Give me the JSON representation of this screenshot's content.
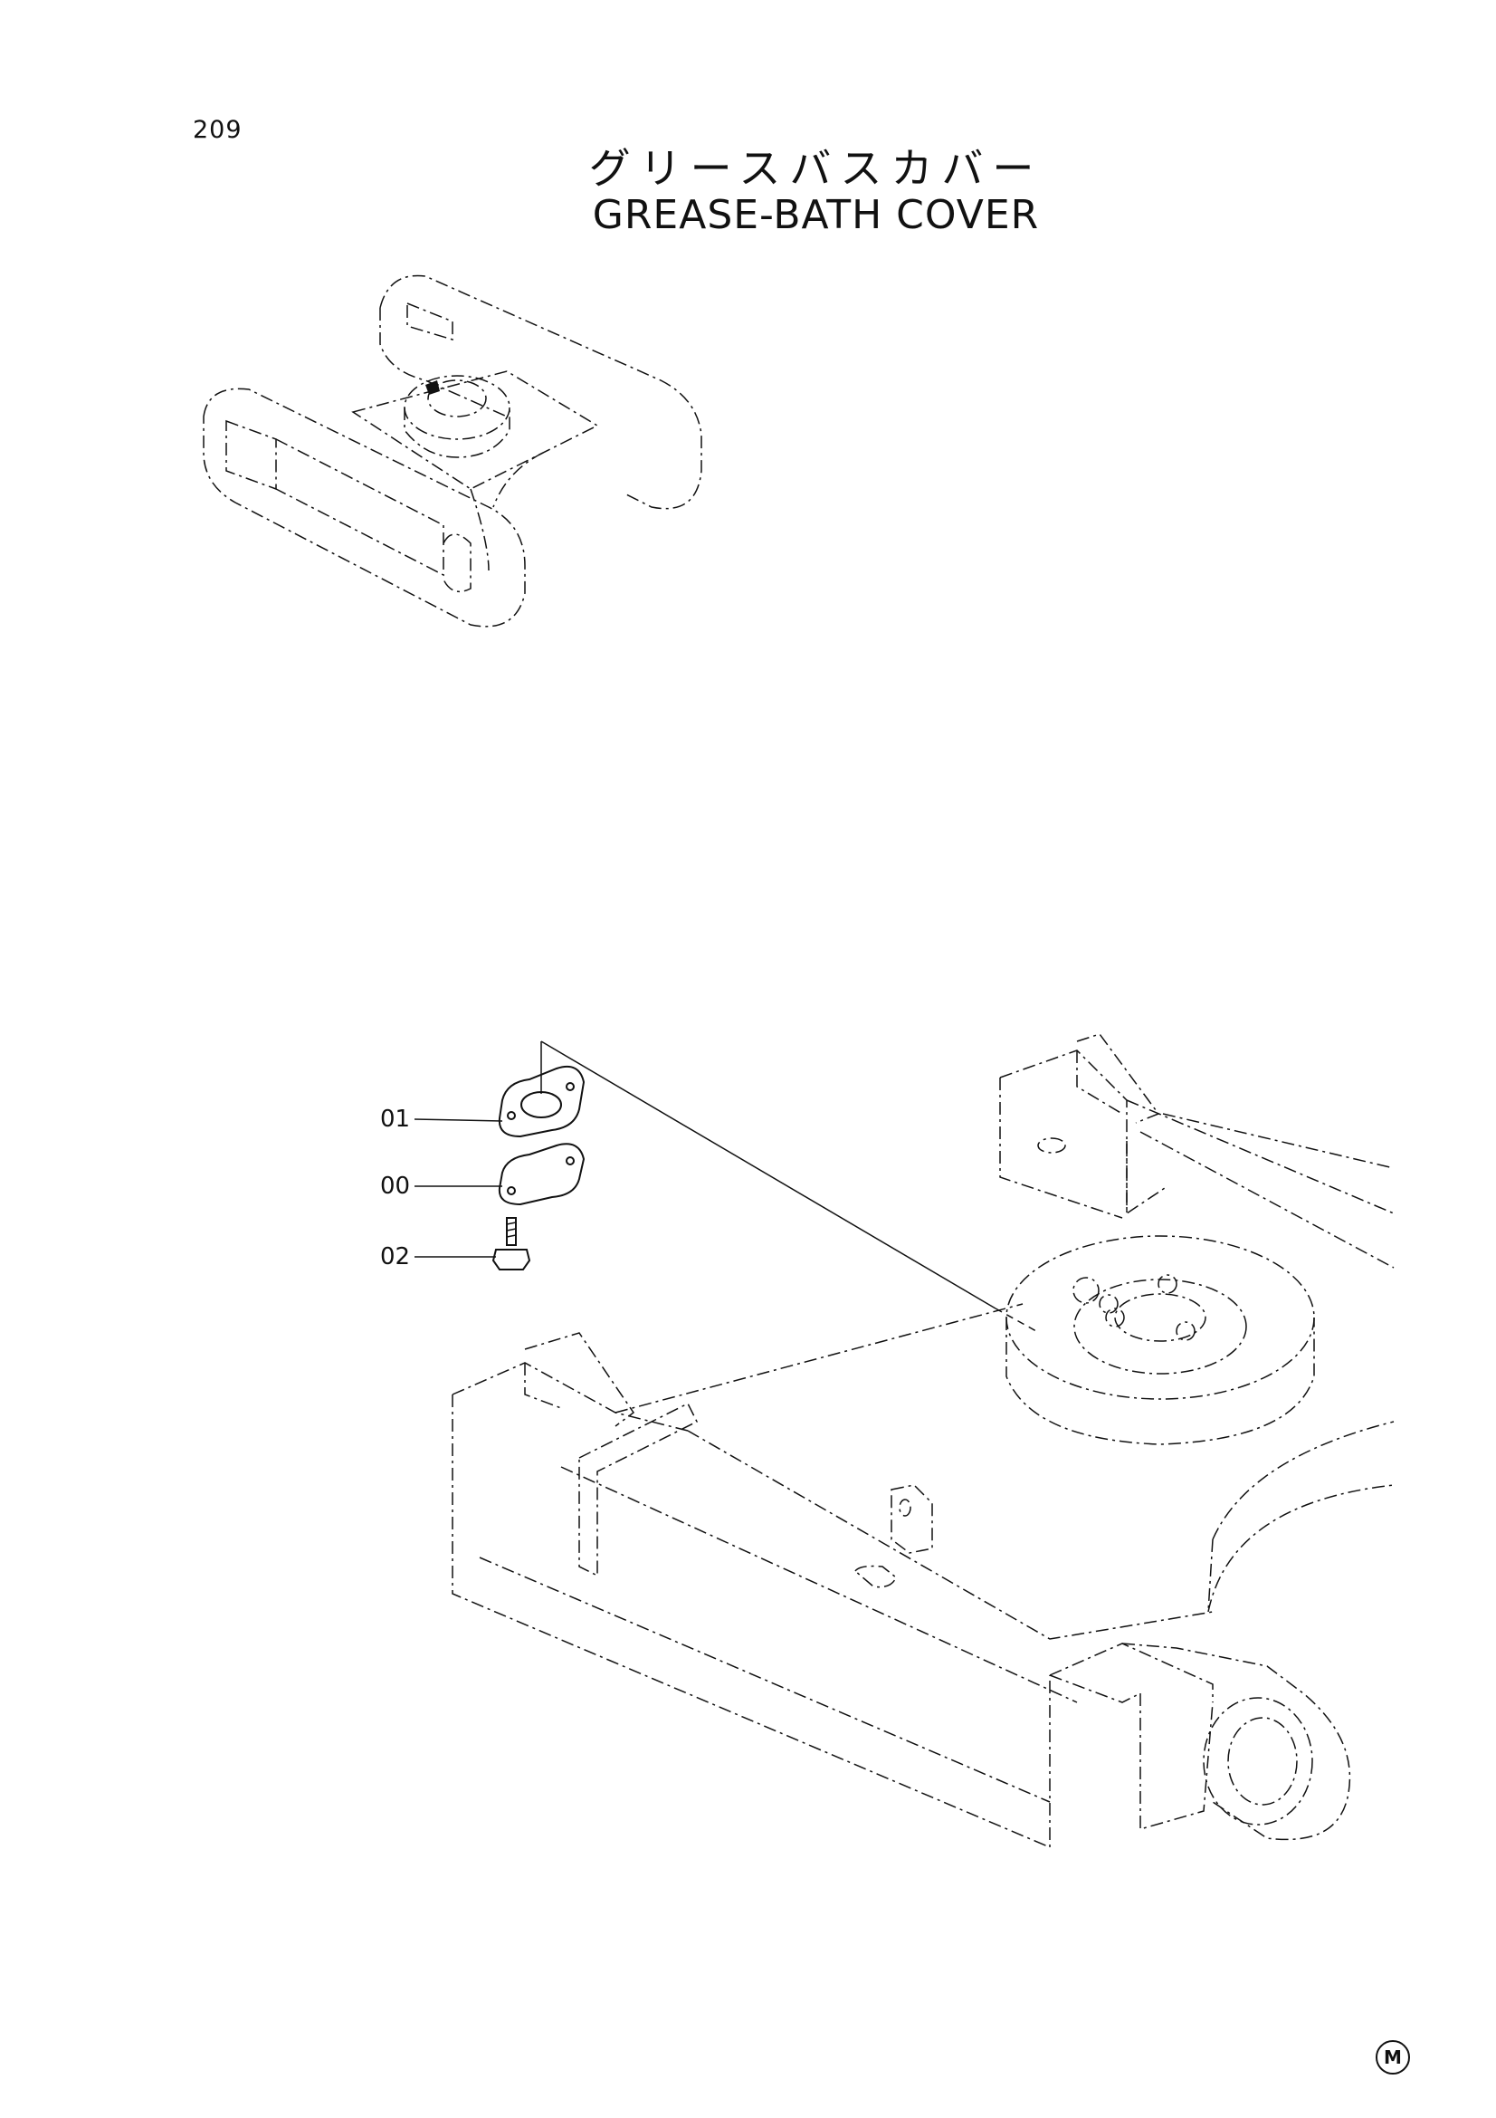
{
  "header": {
    "page_number": "209",
    "title_jp": "グリースバスカバー",
    "title_en": "GREASE-BATH COVER"
  },
  "callouts": [
    {
      "label": "01"
    },
    {
      "label": "00"
    },
    {
      "label": "02"
    }
  ],
  "footer": {
    "mark": "M"
  }
}
